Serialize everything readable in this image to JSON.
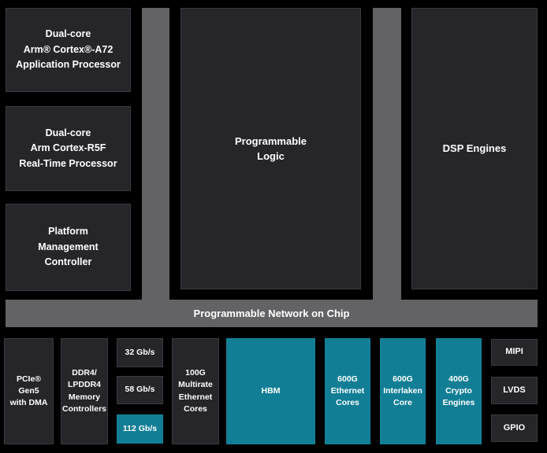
{
  "colors": {
    "background": "#000000",
    "block_dark": "#26262a",
    "block_border": "#3a3a3f",
    "block_teal": "#127e96",
    "noc_gray": "#636366",
    "text": "#ffffff"
  },
  "blocks": {
    "app_processor": {
      "label": "Dual-core\nArm® Cortex®-A72\nApplication Processor"
    },
    "realtime_processor": {
      "label": "Dual-core\nArm Cortex-R5F\nReal-Time Processor"
    },
    "platform_controller": {
      "label": "Platform\nManagement\nController"
    },
    "programmable_logic": {
      "label": "Programmable\nLogic"
    },
    "dsp_engines": {
      "label": "DSP Engines"
    },
    "noc": {
      "label": "Programmable Network on Chip"
    },
    "pcie": {
      "label": "PCIe®\nGen5\nwith DMA"
    },
    "ddr": {
      "label": "DDR4/\nLPDDR4\nMemory\nControllers"
    },
    "serdes_32": {
      "label": "32 Gb/s"
    },
    "serdes_58": {
      "label": "58 Gb/s"
    },
    "serdes_112": {
      "label": "112 Gb/s"
    },
    "ethernet_100g": {
      "label": "100G\nMultirate\nEthernet\nCores"
    },
    "hbm": {
      "label": "HBM"
    },
    "ethernet_600g": {
      "label": "600G\nEthernet\nCores"
    },
    "interlaken_600g": {
      "label": "600G\nInterlaken\nCore"
    },
    "crypto_400g": {
      "label": "400G\nCrypto\nEngines"
    },
    "mipi": {
      "label": "MIPI"
    },
    "lvds": {
      "label": "LVDS"
    },
    "gpio": {
      "label": "GPIO"
    }
  }
}
